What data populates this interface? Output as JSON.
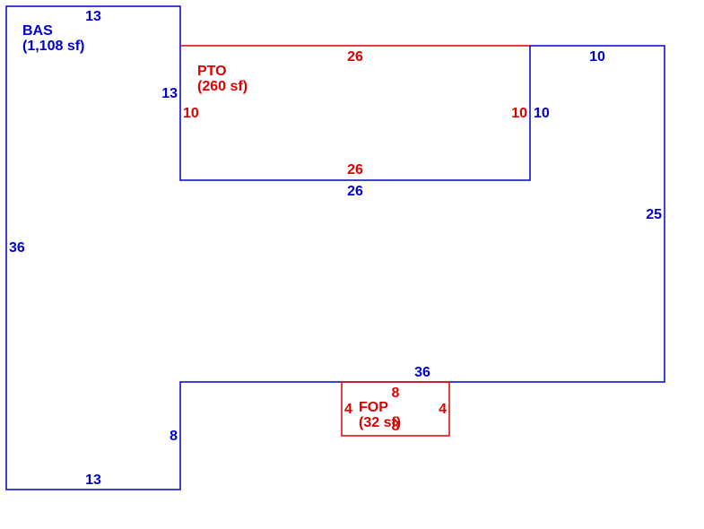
{
  "areas": {
    "bas": {
      "code": "BAS",
      "area": "(1,108 sf)"
    },
    "pto": {
      "code": "PTO",
      "area": "(260 sf)"
    },
    "fop": {
      "code": "FOP",
      "area": "(32 sf)"
    }
  },
  "dimensions": {
    "bas_top": "13",
    "bas_left": "36",
    "bas_bottom": "13",
    "bas_inner_left_upper": "13",
    "bas_inner_left_lower": "8",
    "bas_pto_bottom": "26",
    "bas_inner_right": "10",
    "bas_right_top": "10",
    "bas_right": "25",
    "bas_lower_top": "36",
    "pto_top": "26",
    "pto_bottom": "26",
    "pto_left": "10",
    "pto_right": "10",
    "fop_top": "8",
    "fop_bottom": "8",
    "fop_left": "4",
    "fop_right": "4"
  },
  "colors": {
    "bas": "#0000cc",
    "subarea": "#dd0000"
  }
}
